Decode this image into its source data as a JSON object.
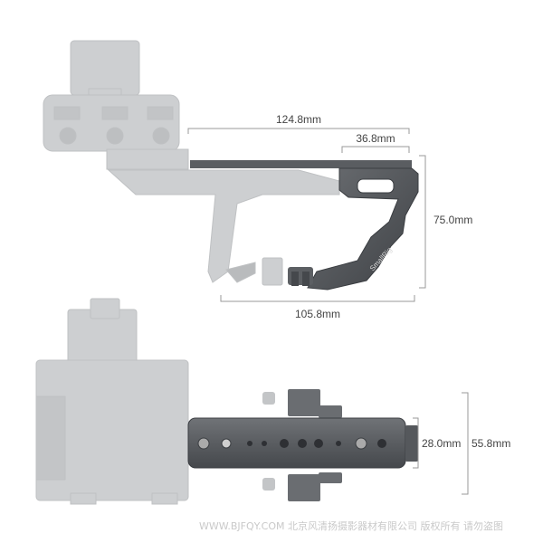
{
  "dimensions": {
    "top_width_overall": "124.8mm",
    "top_width_partial": "36.8mm",
    "top_height": "75.0mm",
    "bottom_reach": "105.8mm",
    "plate_width": "28.0mm",
    "plate_total_width": "55.8mm"
  },
  "brand_logo": "SmallRig",
  "watermark": "WWW.BJFQY.COM 北京风清扬摄影器材有限公司 版权所有 请勿盗图",
  "colors": {
    "camera_body": "#c9cbcc",
    "camera_body_dark": "#b3b5b7",
    "handle_metal": "#5b5e62",
    "handle_metal_dark": "#3d4044",
    "dimension_line": "#9a9a9a",
    "dimension_text": "#444444",
    "watermark": "#c9c9c9"
  }
}
